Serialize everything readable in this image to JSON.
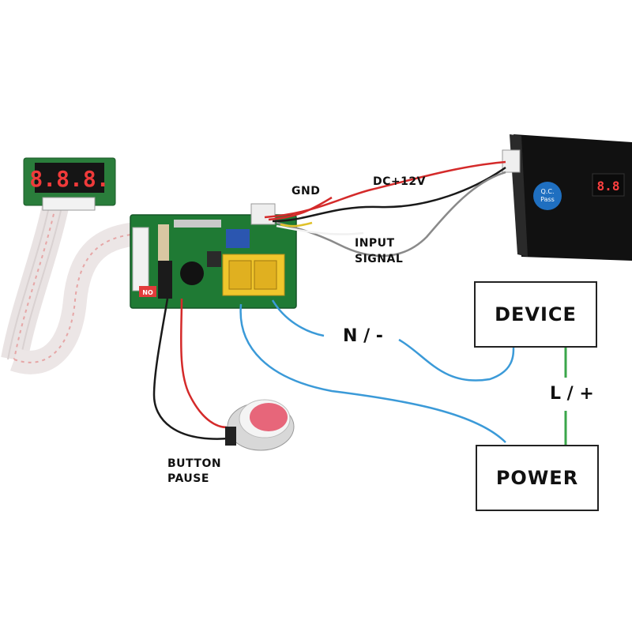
{
  "labels": {
    "gnd": "GND",
    "dc12v": "DC+12V",
    "input_signal_line1": "INPUT",
    "input_signal_line2": "SIGNAL",
    "neutral": "N / -",
    "live": "L / +",
    "button_line1": "BUTTON",
    "button_line2": "PAUSE"
  },
  "boxes": {
    "device": "DEVICE",
    "power": "POWER"
  },
  "photo_text": {
    "display_digits": "8.8.8.",
    "acceptor_digits": "8.8",
    "qc_line1": "Q.C.",
    "qc_line2": "Pass",
    "relay_text": "NO"
  },
  "colors": {
    "neutral_wire": "#3b9ad8",
    "live_wire": "#3aa64a",
    "red_wire": "#d42a2a",
    "black_wire": "#1a1a1a",
    "gray_wire": "#8a8a8a",
    "yellow_wire": "#e0c12a",
    "pcb_green": "#1f7a34"
  }
}
